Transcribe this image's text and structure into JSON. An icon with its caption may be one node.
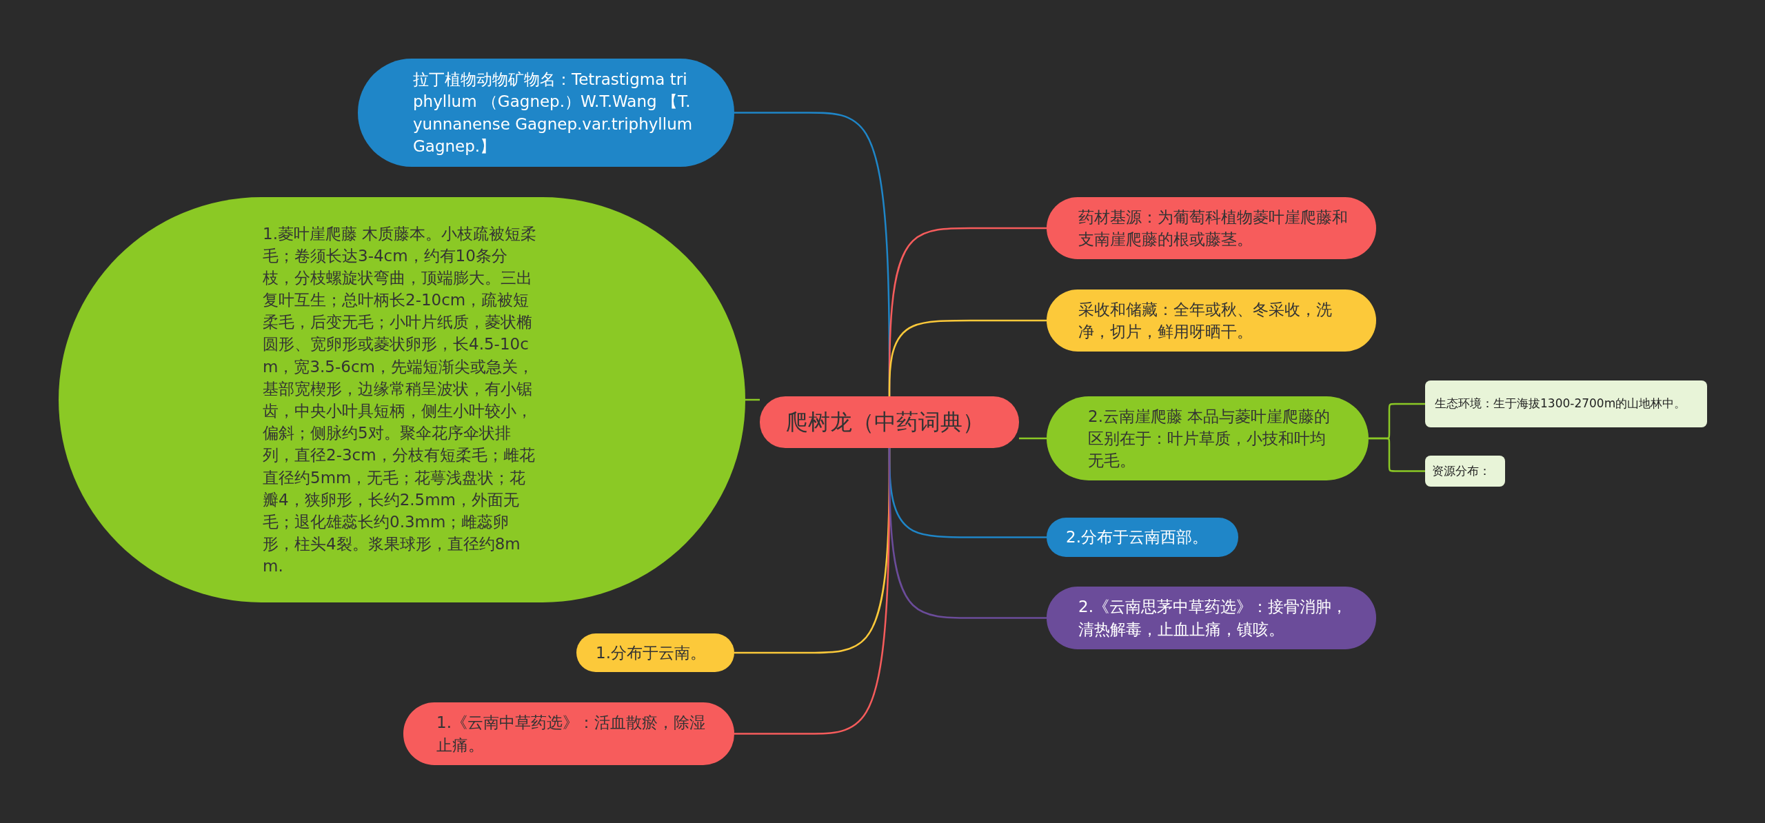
{
  "diagram": {
    "nodes": [
      {
        "text": [
          "拉丁植物动物矿物名：Tetrastigma triphyllum （Gagnep.）W.T.Wang 【T.yunnanense Gagnep.var.triphyllum Gagnep.】"
        ]
      },
      {
        "text": [
          "1.菱叶崖爬藤 木质藤本。小枝疏被短柔毛；卷须长达3-4cm，约有10条分枝，分枝螺旋状弯曲，顶端膨大。三出复叶互生；总叶柄长2-10cm，疏被短柔毛，后变无毛；小叶片纸质，菱状椭圆形、宽卵形或菱状卵形，长4.5-10cm，宽3.5-6cm，先端短渐尖或急关，基部宽楔形，边缘常稍呈波状，有小锯齿，中央小叶具短柄，侧生小叶较小，偏斜；侧脉约5对。聚伞花序伞状排列，直径2-3cm，分枝有短柔毛；雌花直径约5mm，无毛；花萼浅盘状；花瓣4，狭卵形，长约2.5mm，外面无毛；退化雄蕊长约0.3mm；雌蕊卵形，柱头4裂。浆果球形，直径约8mm."
        ]
      },
      {
        "text": [
          "1.分布于云南。"
        ]
      },
      {
        "text": [
          "1.《云南中草药选》：活血散瘀，除湿止痛。"
        ]
      },
      {
        "text": [
          "爬树龙（中药词典）"
        ]
      },
      {
        "text": [
          "药材基源：为葡萄科植物菱叶崖爬藤和支南崖爬藤的根或藤茎。"
        ]
      },
      {
        "text": [
          "采收和储藏：全年或秋、冬采收，洗净，切片，鲜用呀晒干。"
        ]
      },
      {
        "text": [
          "2.云南崖爬藤 本品与菱叶崖爬藤的区别在于：叶片草质，小技和叶均无毛。"
        ]
      },
      {
        "text": [
          "生态环境：生于海拔1300-2700m的山地林中。"
        ]
      },
      {
        "text": [
          "资源分布："
        ]
      },
      {
        "text": [
          "2.分布于云南西部。"
        ]
      },
      {
        "text": [
          "2.《云南思茅中草药选》：接骨消肿，清热解毒，止血止痛，镇咳。"
        ]
      }
    ],
    "edges": [
      {
        "from": 4,
        "to": 0,
        "arrow": "none",
        "color": "#1f86c8"
      },
      {
        "from": 4,
        "to": 1,
        "arrow": "none",
        "color": "#8bc925"
      },
      {
        "from": 4,
        "to": 2,
        "arrow": "none",
        "color": "#fcc93a"
      },
      {
        "from": 4,
        "to": 3,
        "arrow": "none",
        "color": "#f75c5c"
      },
      {
        "from": 4,
        "to": 5,
        "arrow": "none",
        "color": "#f75c5c"
      },
      {
        "from": 4,
        "to": 6,
        "arrow": "none",
        "color": "#fcc93a"
      },
      {
        "from": 4,
        "to": 7,
        "arrow": "none",
        "color": "#8bc925"
      },
      {
        "from": 7,
        "to": 8,
        "arrow": "none",
        "color": "#8bc925"
      },
      {
        "from": 7,
        "to": 9,
        "arrow": "none",
        "color": "#8bc925"
      },
      {
        "from": 4,
        "to": 10,
        "arrow": "none",
        "color": "#1f86c8"
      },
      {
        "from": 4,
        "to": 11,
        "arrow": "none",
        "color": "#6b4c9a"
      }
    ]
  }
}
